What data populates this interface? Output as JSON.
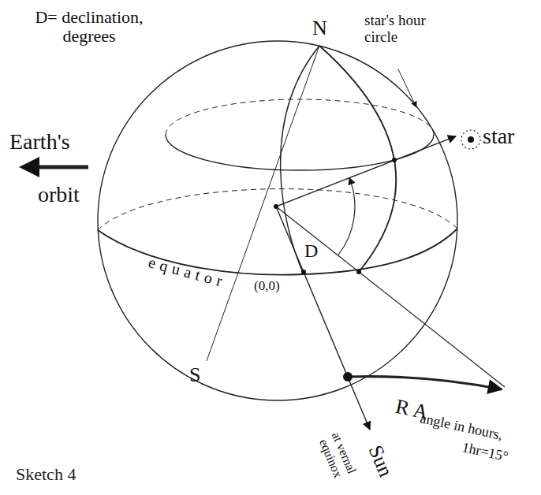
{
  "diagram": {
    "caption": "Sketch 4",
    "labels": [
      "D= declination, degrees",
      "N",
      "star's hour circle",
      "star",
      "Earth's",
      "orbit",
      "equator",
      "D",
      "(0,0)",
      "S",
      "Sun",
      "at vernal equinox",
      "R A",
      "angle in hours,",
      "1hr=15°"
    ]
  }
}
